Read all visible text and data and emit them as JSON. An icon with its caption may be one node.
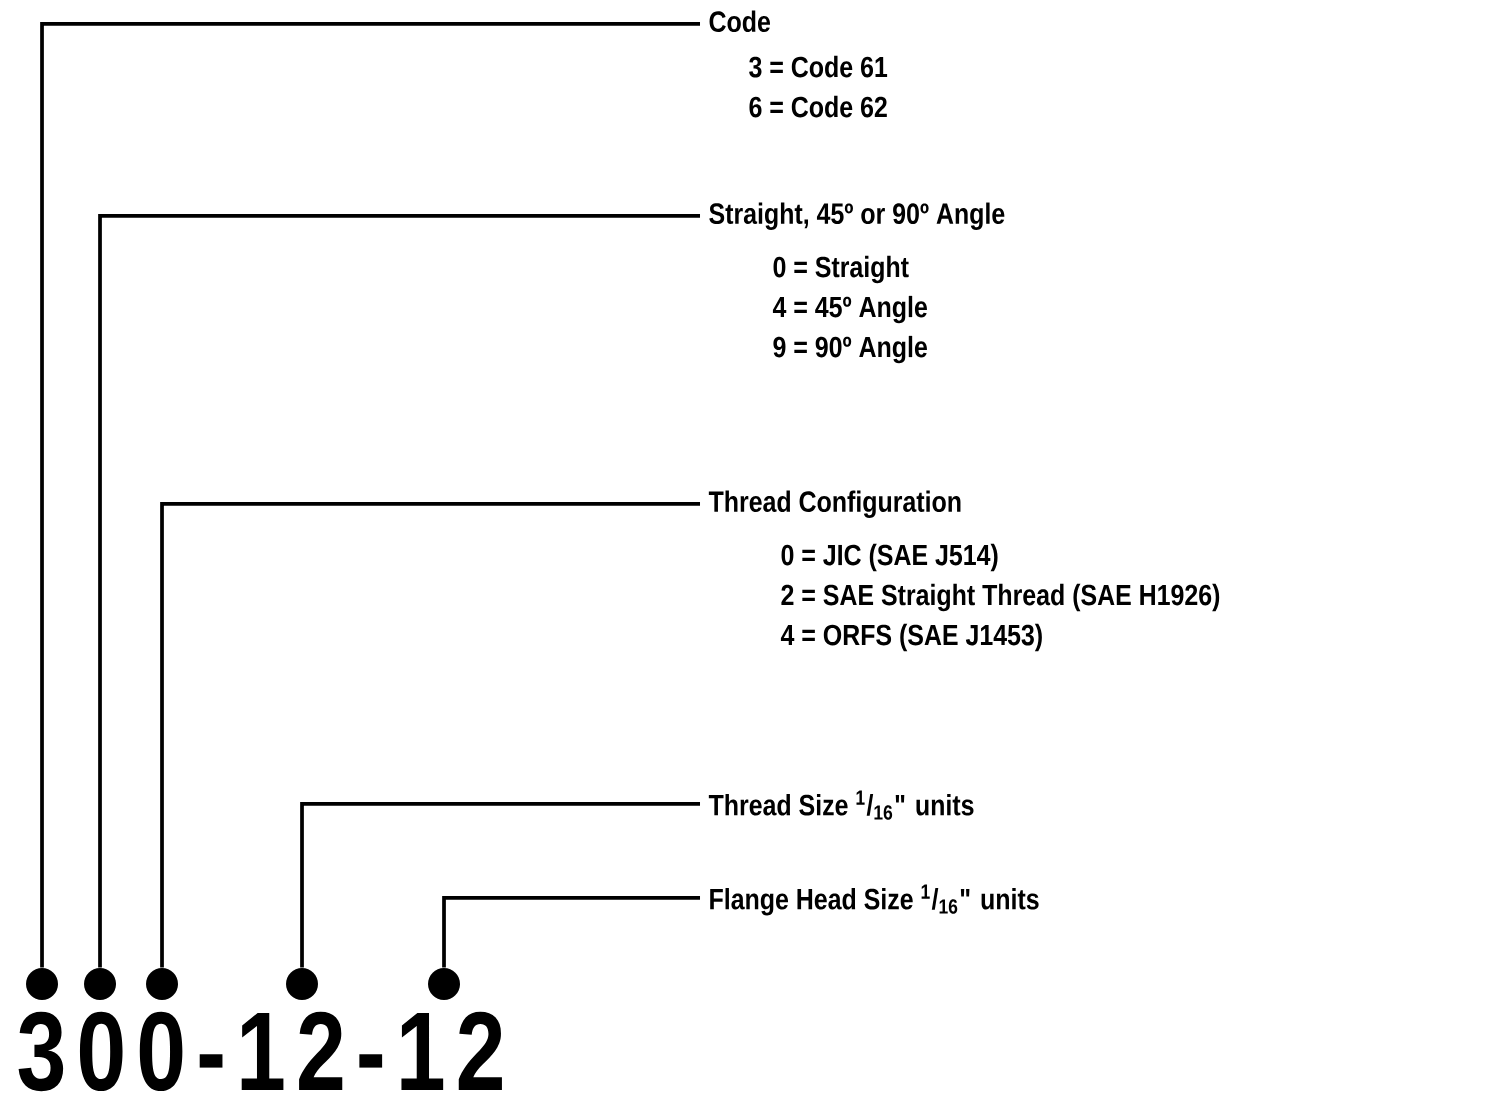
{
  "diagram": {
    "nodes": [
      {
        "text": [
          "Code",
          "3 = Code 61",
          "6 = Code 62"
        ]
      },
      {
        "text": [
          "Straight, 45º or 90º Angle",
          "0 = Straight",
          "4 = 45º Angle",
          "9 = 90º Angle"
        ]
      },
      {
        "text": [
          "Thread Configuration",
          "0 = JIC (SAE J514)",
          "2 = SAE Straight Thread (SAE H1926)",
          "4 = ORFS (SAE J1453)"
        ]
      },
      {
        "text": [
          "Thread Size $^{1}$/$_{16}$\" units"
        ]
      },
      {
        "text": [
          "Flange Head Size $^{1}$/$_{16}$\" units"
        ]
      },
      {
        "text": [],
        "shape": "circle"
      },
      {
        "text": [],
        "shape": "circle"
      },
      {
        "text": [],
        "shape": "circle"
      },
      {
        "text": [],
        "shape": "circle"
      },
      {
        "text": [],
        "shape": "circle"
      }
    ],
    "edges": [
      {
        "from": 0,
        "to": 5,
        "arrow": "none"
      },
      {
        "from": 1,
        "to": 6,
        "arrow": "none"
      },
      {
        "from": 2,
        "to": 7,
        "arrow": "none"
      },
      {
        "from": 3,
        "to": 8,
        "arrow": "none"
      },
      {
        "from": 4,
        "to": 9,
        "arrow": "none"
      }
    ],
    "labels": [
      "300-12-12"
    ]
  }
}
